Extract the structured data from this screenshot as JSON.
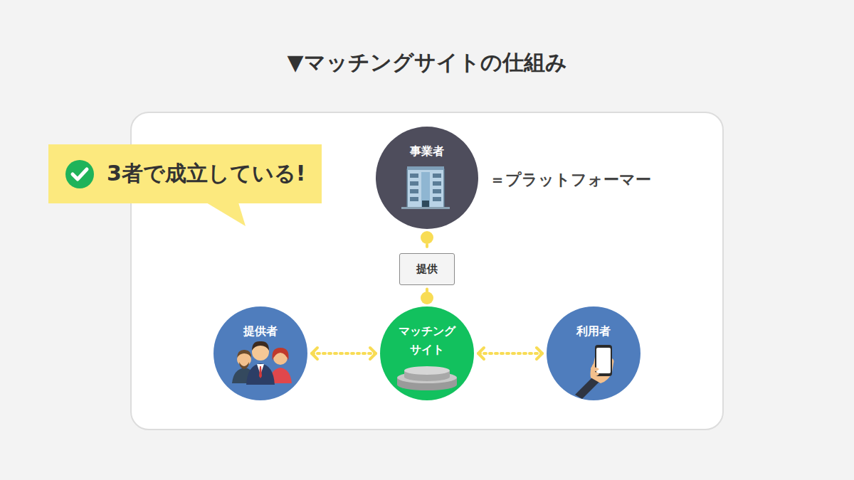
{
  "diagram": {
    "title": "▼マッチングサイトの仕組み",
    "nodes": [
      {
        "text": [
          "3者で成立している!"
        ]
      },
      {
        "text": [
          "事業者"
        ]
      },
      {
        "text": [
          "提供"
        ]
      },
      {
        "text": [
          "マッチング サイト"
        ]
      },
      {
        "text": [
          "提供者"
        ]
      },
      {
        "text": [
          "利用者"
        ]
      }
    ],
    "edges": [
      {
        "from": 1,
        "to": 2,
        "arrow": "none"
      },
      {
        "from": 2,
        "to": 3,
        "arrow": "none"
      },
      {
        "from": 4,
        "to": 3,
        "arrow": "both"
      },
      {
        "from": 3,
        "to": 5,
        "arrow": "both"
      }
    ],
    "labels": [
      "＝プラットフォーマー"
    ]
  }
}
